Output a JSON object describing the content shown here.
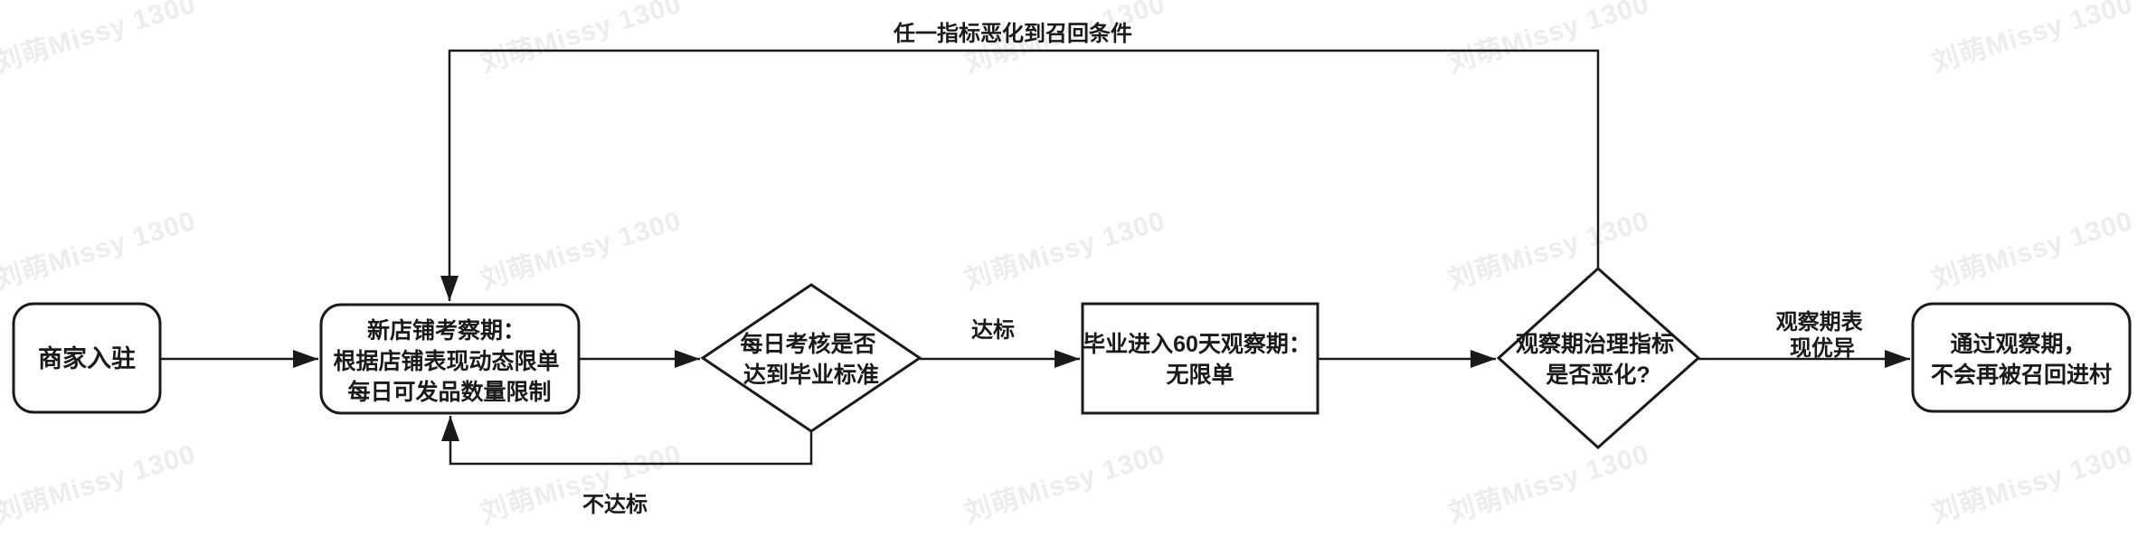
{
  "watermark": {
    "text": "刘萌Missy 1300",
    "color": "#ededed"
  },
  "colors": {
    "stroke": "#1a1a1a",
    "background": "#ffffff",
    "text": "#1a1a1a"
  },
  "nodes": {
    "merchant_onboarding": {
      "type": "rounded-rect",
      "lines": [
        "商家入驻"
      ]
    },
    "new_shop_probation": {
      "type": "rounded-rect",
      "lines": [
        "新店铺考察期：",
        "根据店铺表现动态限单",
        "每日可发品数量限制"
      ]
    },
    "daily_assessment": {
      "type": "decision-diamond",
      "lines": [
        "每日考核是否",
        "达到毕业标准"
      ]
    },
    "graduation_observation": {
      "type": "process-rect",
      "lines": [
        "毕业进入60天观察期：",
        "无限单"
      ]
    },
    "observation_deterioration": {
      "type": "decision-diamond",
      "lines": [
        "观察期治理指标",
        "是否恶化?"
      ]
    },
    "pass_observation": {
      "type": "rounded-rect",
      "lines": [
        "通过观察期，",
        "不会再被召回进村"
      ]
    }
  },
  "edge_labels": {
    "meets_standard": "达标",
    "not_meets_standard": "不达标",
    "any_metric_deteriorates": "任一指标恶化到召回条件",
    "observation_excellent": {
      "lines": [
        "观察期表",
        "现优异"
      ]
    }
  }
}
